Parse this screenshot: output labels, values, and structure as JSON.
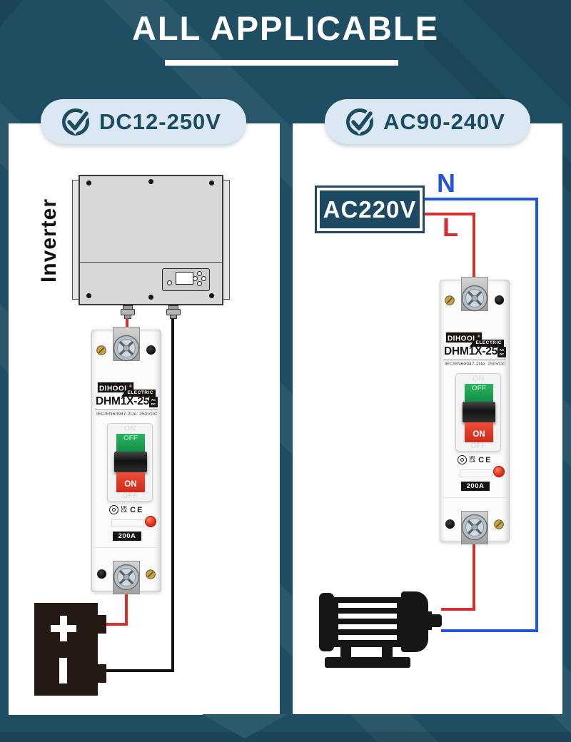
{
  "header": {
    "title": "ALL APPLICABLE"
  },
  "badges": {
    "left": {
      "label": "DC12-250V",
      "icon": "check-circle-icon"
    },
    "right": {
      "label": "AC90-240V",
      "icon": "check-circle-icon"
    }
  },
  "left_panel": {
    "device_label": "Inverter",
    "battery": {
      "positive": "+",
      "negative": "−"
    },
    "wires": {
      "positive_color": "#D3302F",
      "negative_color": "#141414"
    }
  },
  "right_panel": {
    "source_label": "AC220V",
    "neutral_label": "N",
    "line_label": "L",
    "load": "motor",
    "wires": {
      "neutral_color": "#2256D9",
      "line_color": "#D3302F"
    }
  },
  "breaker": {
    "brand": "DIHOOL",
    "registered": "®",
    "division": "ELECTRIC",
    "model": "DHM1X-250",
    "current_type_top": "AC",
    "current_type_bottom": "DC",
    "standard": "IEC/EN60947-2",
    "rated_voltage": "Ue: 250VDC",
    "frame_top_label": "ON",
    "frame_bottom_label": "OFF",
    "switch_off_label": "OFF",
    "switch_on_label": "ON",
    "marks": {
      "ccc": "CCC",
      "ukca_top": "UK",
      "ukca_bottom": "CA",
      "ce": "CE"
    },
    "rating": "200A",
    "switch_green": "#1CA24E",
    "switch_red": "#E2392B"
  },
  "colors": {
    "background": "#1F4E62",
    "badge_background": "#D9E8F2",
    "accent_dark": "#1C4A61",
    "panel": "#FFFFFF"
  }
}
